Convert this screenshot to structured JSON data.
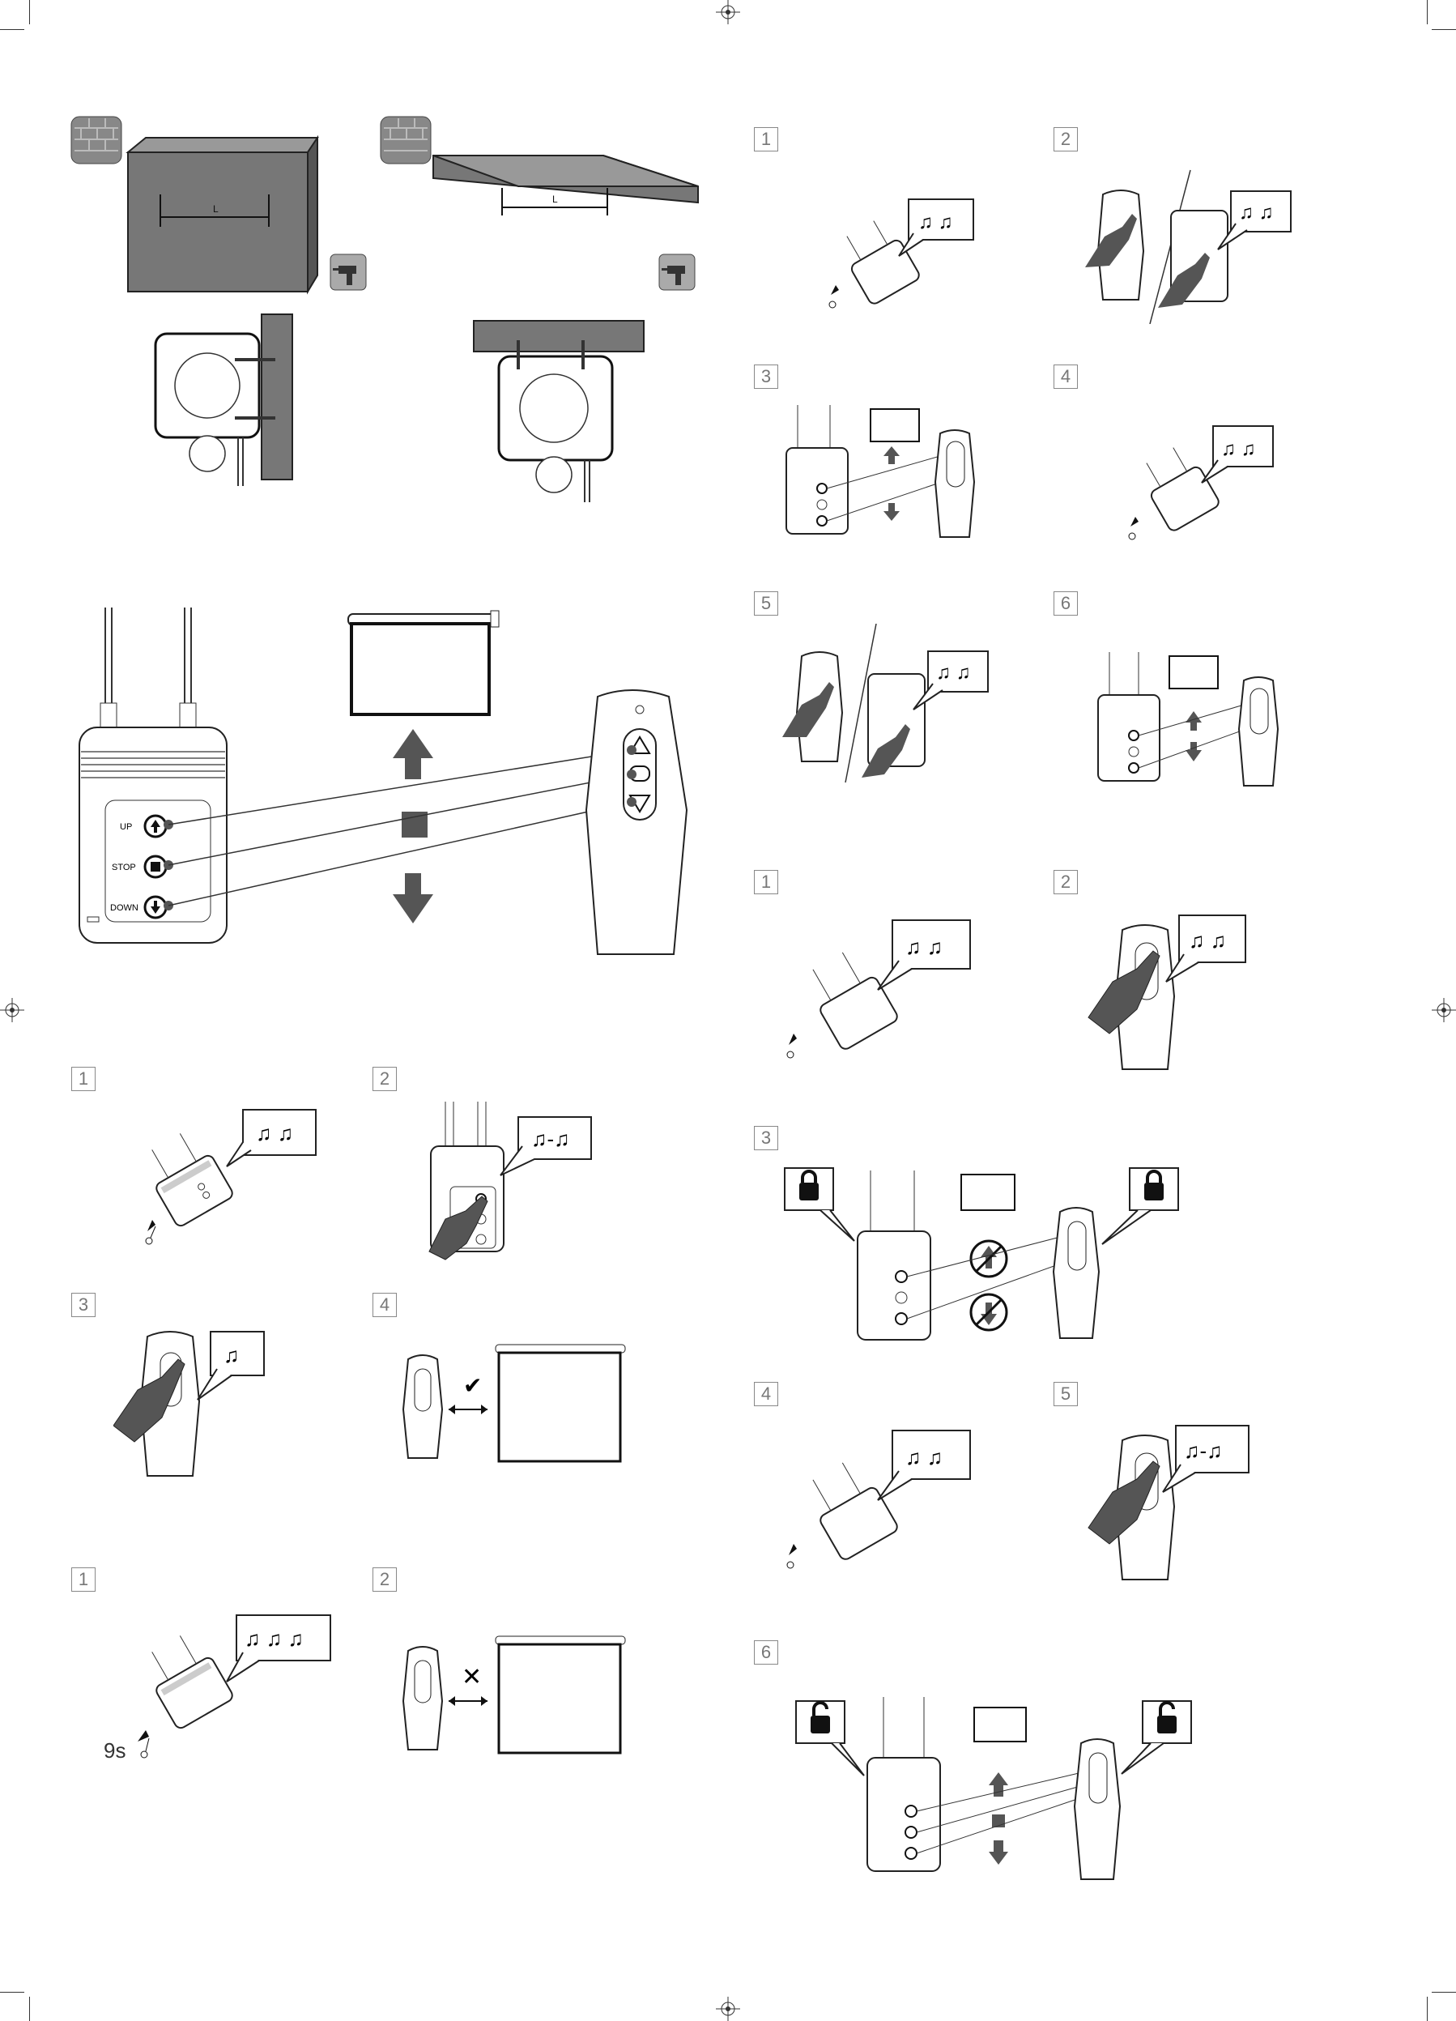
{
  "mounting": {
    "wall_label": "L",
    "ceiling_label": "L"
  },
  "overview": {
    "up_label": "UP",
    "stop_label": "STOP",
    "down_label": "DOWN"
  },
  "section_a": {
    "steps": [
      "1",
      "2",
      "3",
      "4"
    ]
  },
  "section_b": {
    "steps": [
      "1",
      "2"
    ],
    "hold_time": "9s"
  },
  "section_c": {
    "steps": [
      "1",
      "2",
      "3",
      "4",
      "5",
      "6"
    ]
  },
  "section_d": {
    "steps": [
      "1",
      "2",
      "3",
      "4",
      "5",
      "6"
    ]
  },
  "icons": {
    "tone_single": "♫",
    "tone_double": "♫ ♫",
    "tone_triple": "♫ ♫ ♫",
    "tone_long": "♫-♫",
    "check": "✔",
    "cross": "✕"
  },
  "colors": {
    "panel_gray": "#777777",
    "hand_gray": "#555555",
    "line": "#222222"
  }
}
